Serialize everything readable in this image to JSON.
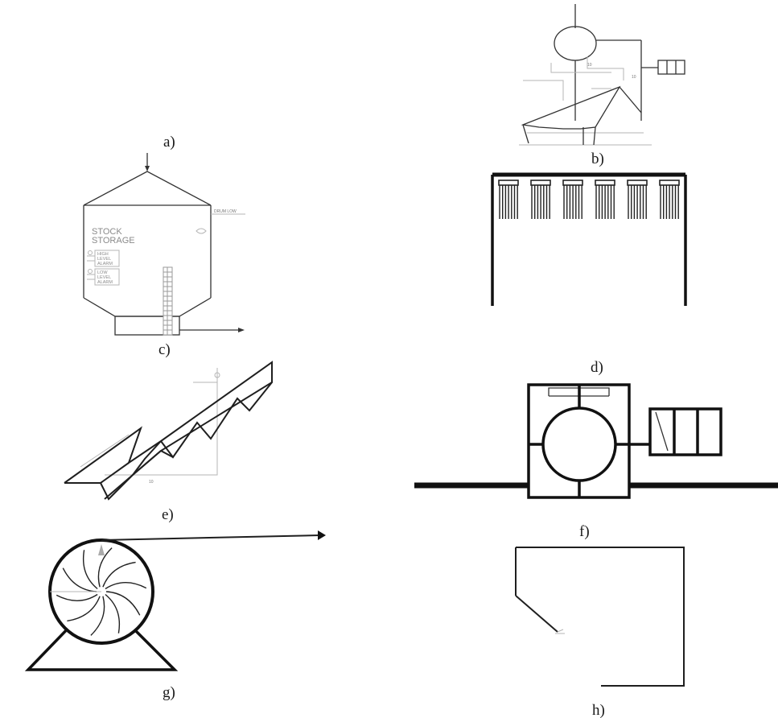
{
  "panels": {
    "a": {
      "label": "a)"
    },
    "b": {
      "label": "b)"
    },
    "c": {
      "label": "c)",
      "title_line1": "STOCK",
      "title_line2": "STORAGE",
      "high_alarm": [
        "HIGH",
        "LEVEL",
        "ALARM"
      ],
      "low_alarm": [
        "LOW",
        "LEVEL",
        "ALARM"
      ],
      "outlet_tag": "DRUM LOW"
    },
    "d": {
      "label": "d)"
    },
    "e": {
      "label": "e)"
    },
    "f": {
      "label": "f)"
    },
    "g": {
      "label": "g)"
    },
    "h": {
      "label": "h)"
    }
  },
  "colors": {
    "ink": "#111111",
    "faint": "#b5b5b5",
    "hatch": "#9a9a9a"
  }
}
